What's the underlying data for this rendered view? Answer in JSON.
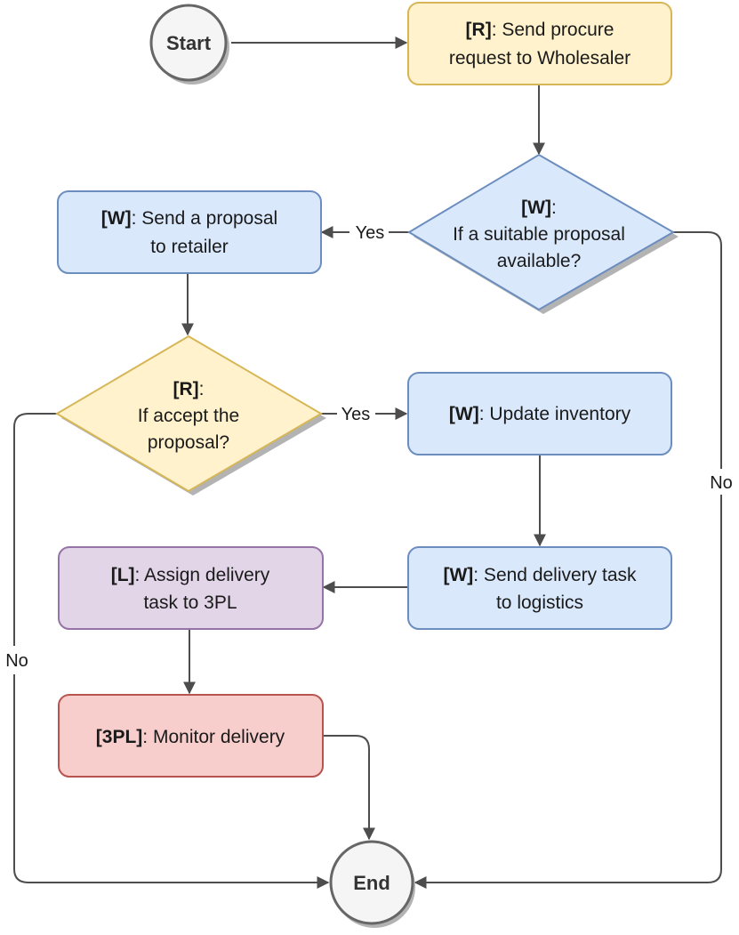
{
  "colors": {
    "yellow_fill": "#FFF2CC",
    "yellow_stroke": "#D6B656",
    "blue_fill": "#DAE8FC",
    "blue_stroke": "#6C8EBF",
    "purple_fill": "#E1D5E7",
    "purple_stroke": "#9673A6",
    "red_fill": "#F8CECC",
    "red_stroke": "#B85450",
    "terminal_fill": "#F5F5F5",
    "terminal_stroke": "#666666",
    "edge": "#4D4D4D"
  },
  "nodes": {
    "start": {
      "label": "Start"
    },
    "end": {
      "label": "End"
    },
    "retailer_request": {
      "role": "[R]",
      "line1": ": Send procure",
      "line2": "request to Wholesaler"
    },
    "wholesaler_check": {
      "role": "[W]",
      "line1": ":",
      "line2": "If a suitable proposal",
      "line3": "available?"
    },
    "wholesaler_proposal": {
      "role": "[W]",
      "line1": ": Send a proposal",
      "line2": "to retailer"
    },
    "retailer_accept": {
      "role": "[R]",
      "line1": ":",
      "line2": "If accept the",
      "line3": "proposal?"
    },
    "update_inventory": {
      "role": "[W]",
      "line1": ": Update inventory"
    },
    "send_delivery_task": {
      "role": "[W]",
      "line1": ": Send delivery task",
      "line2": "to logistics"
    },
    "assign_delivery": {
      "role": "[L]",
      "line1": ": Assign delivery",
      "line2": "task to 3PL"
    },
    "monitor_delivery": {
      "role": "[3PL]",
      "line1": ": Monitor delivery"
    }
  },
  "edges": {
    "yes_proposal": "Yes",
    "yes_accept": "Yes",
    "no_proposal": "No",
    "no_accept": "No"
  }
}
